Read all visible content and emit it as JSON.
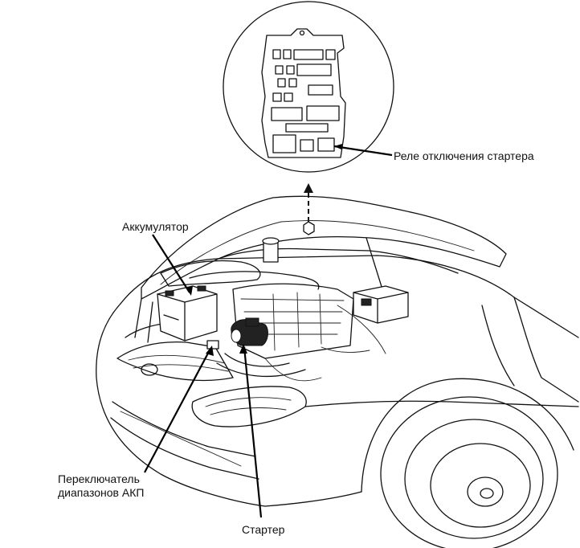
{
  "labels": {
    "starter_relay": "Реле отключения стартера",
    "battery": "Аккумулятор",
    "range_switch_line1": "Переключатель",
    "range_switch_line2": "диапазонов АКП",
    "starter": "Стартер"
  },
  "icons": {
    "fuse_box_detail": "fuse-box-circle-icon",
    "car": "car-engine-bay-illustration"
  }
}
